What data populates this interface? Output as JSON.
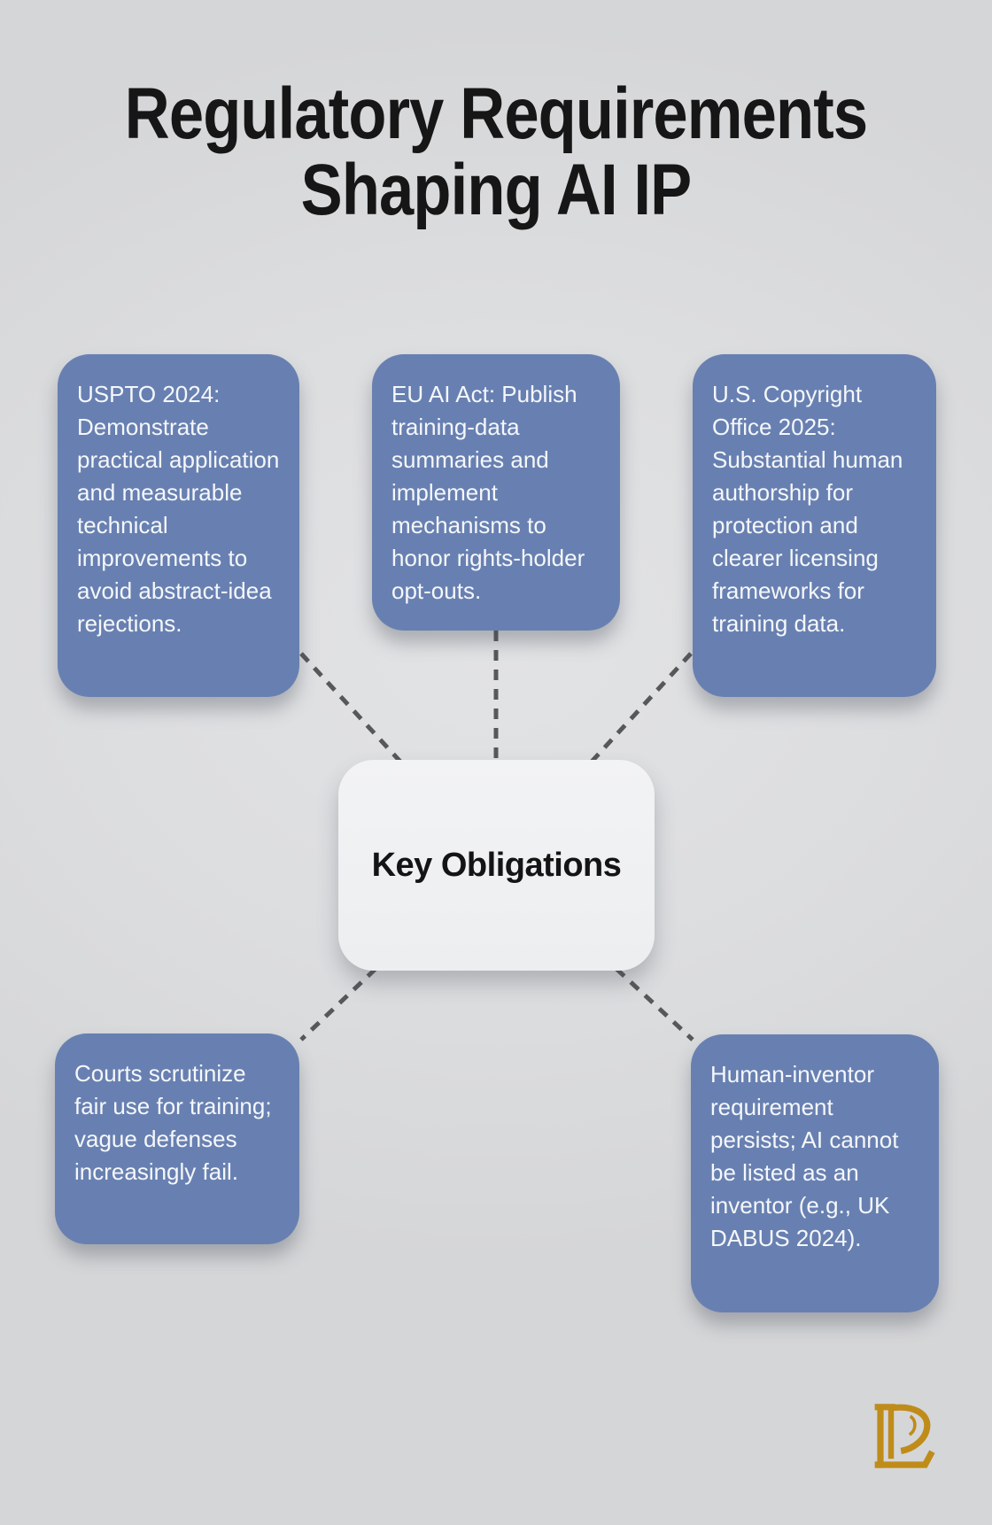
{
  "title": {
    "line1": "Regulatory Requirements",
    "line2": "Shaping AI IP"
  },
  "center": {
    "label": "Key Obligations"
  },
  "nodes": [
    {
      "id": "uspto-2024",
      "text": "USPTO 2024: Demonstrate practical application and measurable technical improvements to avoid abstract-idea rejections."
    },
    {
      "id": "eu-ai-act",
      "text": "EU AI Act: Publish training-data summaries and implement mechanisms to honor rights-holder opt-outs."
    },
    {
      "id": "us-copyright-2025",
      "text": "U.S. Copyright Office 2025: Substantial human authorship for protection and clearer licensing frameworks for training data."
    },
    {
      "id": "courts-fair-use",
      "text": "Courts scrutinize fair use for training; vague defenses increasingly fail."
    },
    {
      "id": "human-inventor",
      "text": "Human-inventor requirement persists; AI cannot be listed as an inventor (e.g., UK DABUS 2024)."
    }
  ],
  "logo": {
    "monogram": "LP"
  },
  "colors": {
    "background": "#dcddDF",
    "node_fill": "#6880b1",
    "node_text": "#f5f7fa",
    "center_fill": "#f0f1f3",
    "title_text": "#161616",
    "connector": "#57585a",
    "logo_gold": "#bf8c1a"
  }
}
